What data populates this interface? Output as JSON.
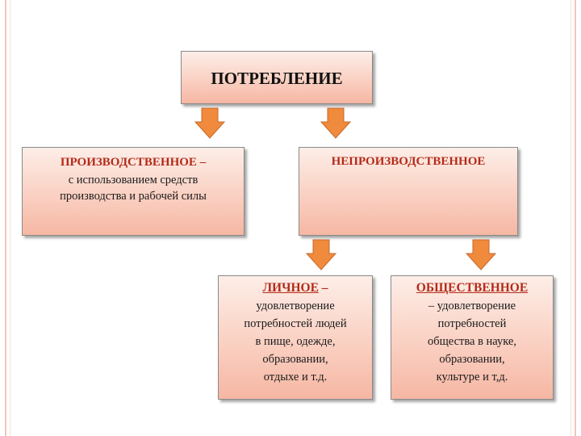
{
  "diagram": {
    "root": {
      "label": "ПОТРЕБЛЕНИЕ"
    },
    "productive": {
      "heading": "ПРОИЗВОДСТВЕННОЕ",
      "dash": " –",
      "line1": "с использованием средств",
      "line2": "производства и рабочей силы"
    },
    "nonproductive": {
      "heading": "НЕПРОИЗВОДСТВЕННОЕ"
    },
    "personal": {
      "heading": "ЛИЧНОЕ",
      "dash": " –",
      "line1": "удовлетворение",
      "line2": "потребностей людей",
      "line3": "в пище, одежде,",
      "line4": "образовании,",
      "line5": "отдыхе и т.д."
    },
    "public": {
      "heading": "ОБЩЕСТВЕННОЕ",
      "line1": "– удовлетворение",
      "line2": "потребностей",
      "line3": "общества в науке,",
      "line4": "образовании,",
      "line5": "культуре и т,д."
    }
  },
  "colors": {
    "heading_red": "#b42a18",
    "arrow_orange": "#f08a3c",
    "box_fill": "#fad0c2"
  }
}
